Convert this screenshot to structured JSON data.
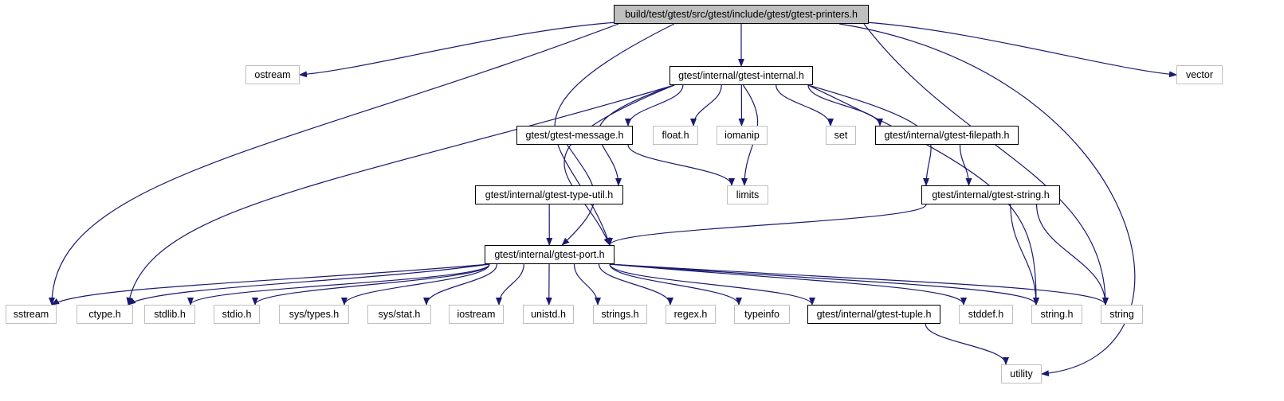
{
  "graph": {
    "colors": {
      "edge": "#191970",
      "root_fill": "#bfbfbf",
      "documented_border": "#000000",
      "external_border": "#bfbfbf"
    },
    "nodes": {
      "root": {
        "label": "build/test/gtest/src/gtest/include/gtest/gtest-printers.h",
        "kind": "root"
      },
      "ostream": {
        "label": "ostream",
        "kind": "external"
      },
      "vector": {
        "label": "vector",
        "kind": "external"
      },
      "internal": {
        "label": "gtest/internal/gtest-internal.h",
        "kind": "documented"
      },
      "message": {
        "label": "gtest/gtest-message.h",
        "kind": "documented"
      },
      "floath": {
        "label": "float.h",
        "kind": "external"
      },
      "iomanip": {
        "label": "iomanip",
        "kind": "external"
      },
      "set": {
        "label": "set",
        "kind": "external"
      },
      "filepath": {
        "label": "gtest/internal/gtest-filepath.h",
        "kind": "documented"
      },
      "typeutil": {
        "label": "gtest/internal/gtest-type-util.h",
        "kind": "documented"
      },
      "limits": {
        "label": "limits",
        "kind": "external"
      },
      "gstring": {
        "label": "gtest/internal/gtest-string.h",
        "kind": "documented"
      },
      "port": {
        "label": "gtest/internal/gtest-port.h",
        "kind": "documented"
      },
      "sstream": {
        "label": "sstream",
        "kind": "external"
      },
      "ctype": {
        "label": "ctype.h",
        "kind": "external"
      },
      "stdlib": {
        "label": "stdlib.h",
        "kind": "external"
      },
      "stdio": {
        "label": "stdio.h",
        "kind": "external"
      },
      "systypes": {
        "label": "sys/types.h",
        "kind": "external"
      },
      "sysstat": {
        "label": "sys/stat.h",
        "kind": "external"
      },
      "iostream": {
        "label": "iostream",
        "kind": "external"
      },
      "unistd": {
        "label": "unistd.h",
        "kind": "external"
      },
      "strings": {
        "label": "strings.h",
        "kind": "external"
      },
      "regex": {
        "label": "regex.h",
        "kind": "external"
      },
      "typeinfo": {
        "label": "typeinfo",
        "kind": "external"
      },
      "tuple": {
        "label": "gtest/internal/gtest-tuple.h",
        "kind": "documented"
      },
      "stddef": {
        "label": "stddef.h",
        "kind": "external"
      },
      "stringh": {
        "label": "string.h",
        "kind": "external"
      },
      "string": {
        "label": "string",
        "kind": "external"
      },
      "utility": {
        "label": "utility",
        "kind": "external"
      }
    },
    "edges": [
      [
        "root",
        "ostream"
      ],
      [
        "root",
        "sstream"
      ],
      [
        "root",
        "port"
      ],
      [
        "root",
        "internal"
      ],
      [
        "root",
        "string"
      ],
      [
        "root",
        "utility"
      ],
      [
        "root",
        "vector"
      ],
      [
        "internal",
        "ctype"
      ],
      [
        "internal",
        "port"
      ],
      [
        "internal",
        "typeutil"
      ],
      [
        "internal",
        "message"
      ],
      [
        "internal",
        "floath"
      ],
      [
        "internal",
        "iomanip"
      ],
      [
        "internal",
        "limits"
      ],
      [
        "internal",
        "set"
      ],
      [
        "internal",
        "filepath"
      ],
      [
        "internal",
        "gstring"
      ],
      [
        "internal",
        "stringh"
      ],
      [
        "message",
        "limits"
      ],
      [
        "message",
        "port"
      ],
      [
        "filepath",
        "gstring"
      ],
      [
        "typeutil",
        "port"
      ],
      [
        "gstring",
        "port"
      ],
      [
        "gstring",
        "stringh"
      ],
      [
        "gstring",
        "string"
      ],
      [
        "port",
        "sstream"
      ],
      [
        "port",
        "ctype"
      ],
      [
        "port",
        "stdlib"
      ],
      [
        "port",
        "stdio"
      ],
      [
        "port",
        "systypes"
      ],
      [
        "port",
        "sysstat"
      ],
      [
        "port",
        "iostream"
      ],
      [
        "port",
        "unistd"
      ],
      [
        "port",
        "strings"
      ],
      [
        "port",
        "regex"
      ],
      [
        "port",
        "typeinfo"
      ],
      [
        "port",
        "tuple"
      ],
      [
        "port",
        "stddef"
      ],
      [
        "port",
        "stringh"
      ],
      [
        "port",
        "string"
      ],
      [
        "tuple",
        "utility"
      ]
    ]
  }
}
